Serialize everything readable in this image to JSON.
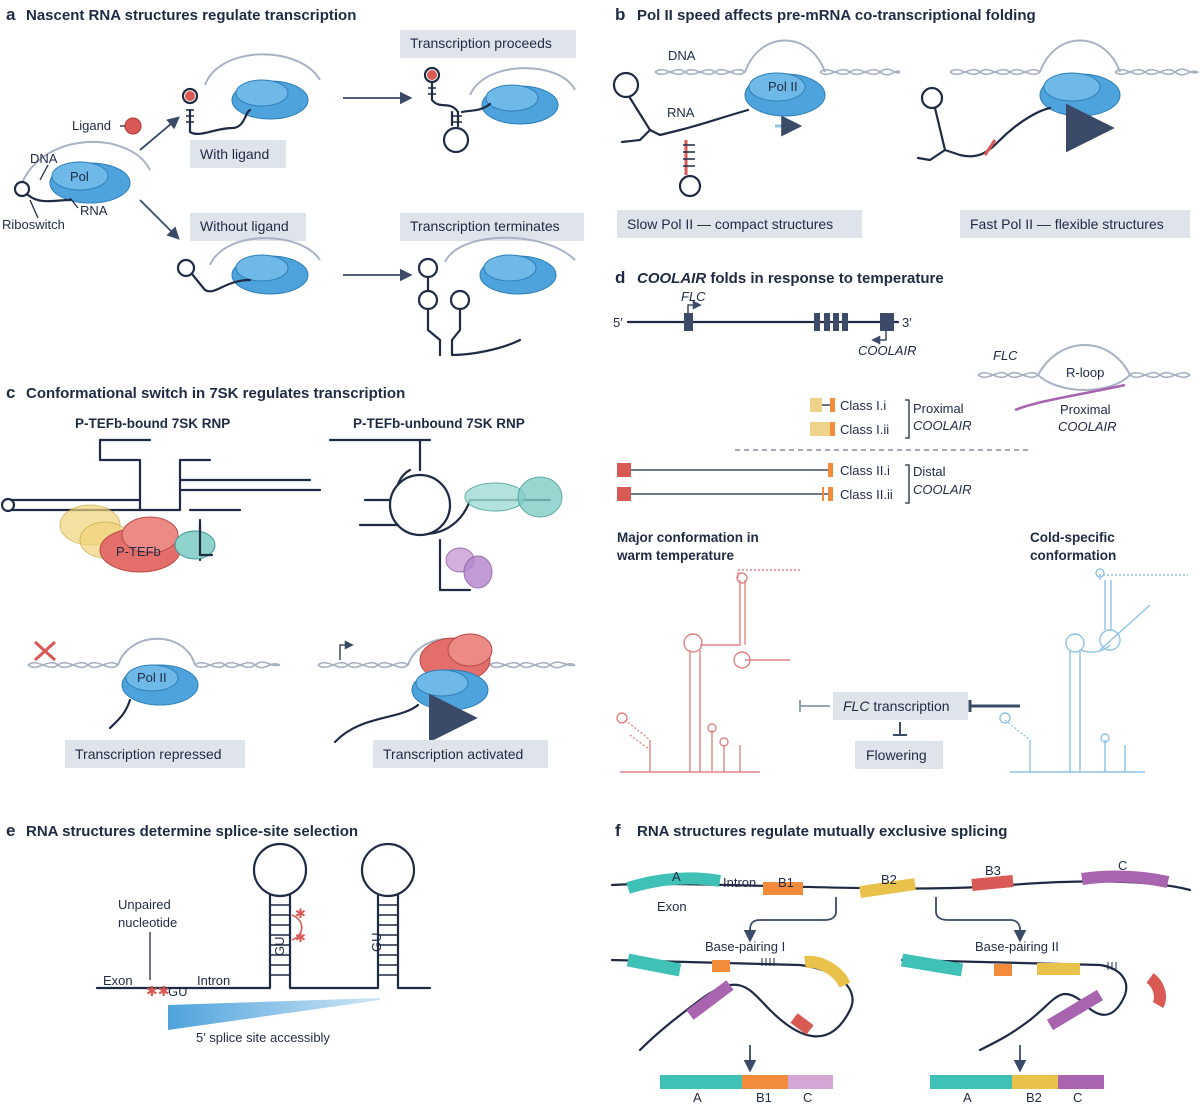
{
  "panels": {
    "a": {
      "letter": "a",
      "title": "Nascent RNA structures regulate transcription",
      "labels": {
        "ligand": "Ligand",
        "dna": "DNA",
        "pol": "Pol",
        "rna": "RNA",
        "riboswitch": "Riboswitch"
      },
      "boxes": {
        "with_ligand": "With ligand",
        "without_ligand": "Without ligand",
        "proceeds": "Transcription proceeds",
        "terminates": "Transcription terminates"
      }
    },
    "b": {
      "letter": "b",
      "title": "Pol II speed affects pre-mRNA co-transcriptional folding",
      "labels": {
        "dna": "DNA",
        "rna": "RNA",
        "pol2": "Pol II"
      },
      "boxes": {
        "slow": "Slow Pol II — compact structures",
        "fast": "Fast Pol II — flexible structures"
      }
    },
    "c": {
      "letter": "c",
      "title": "Conformational switch in 7SK regulates transcription",
      "labels": {
        "bound": "P-TEFb-bound 7SK RNP",
        "unbound": "P-TEFb-unbound 7SK RNP",
        "ptefb": "P-TEFb",
        "pol2": "Pol II"
      },
      "boxes": {
        "repressed": "Transcription repressed",
        "activated": "Transcription activated"
      }
    },
    "d": {
      "letter": "d",
      "title_italic": "COOLAIR",
      "title_rest": " folds in response to temperature",
      "labels": {
        "five": "5′",
        "three": "3′",
        "flc": "FLC",
        "coolair": "COOLAIR",
        "rloop": "R-loop",
        "proximal": "Proximal",
        "proximal_coolair": "COOLAIR",
        "rloop_proximal": "Proximal",
        "rloop_coolair": "COOLAIR",
        "class_1i": "Class I.i",
        "class_1ii": "Class I.ii",
        "class_2i": "Class II.i",
        "class_2ii": "Class II.ii",
        "distal": "Distal",
        "distal_coolair": "COOLAIR",
        "warm_1": "Major conformation in",
        "warm_2": "warm temperature",
        "cold_1": "Cold-specific",
        "cold_2": "conformation"
      },
      "boxes": {
        "flc_italic": "FLC",
        "flc_rest": " transcription",
        "flowering": "Flowering"
      }
    },
    "e": {
      "letter": "e",
      "title": "RNA structures determine splice-site selection",
      "labels": {
        "unpaired_1": "Unpaired",
        "unpaired_2": "nucleotide",
        "exon": "Exon",
        "gu": "GU",
        "intron": "Intron",
        "gu_stem1": "GU",
        "gu_stem2": "GU",
        "accessibility": "5′ splice site accessibly"
      }
    },
    "f": {
      "letter": "f",
      "title": "RNA structures regulate mutually exclusive splicing",
      "labels": {
        "a": "A",
        "exon": "Exon",
        "intron": "Intron",
        "b1": "B1",
        "b2": "B2",
        "b3": "B3",
        "c": "C",
        "bp1": "Base-pairing I",
        "bp2": "Base-pairing II",
        "out1_a": "A",
        "out1_b1": "B1",
        "out1_c": "C",
        "out2_a": "A",
        "out2_b2": "B2",
        "out2_c": "C"
      }
    }
  },
  "colors": {
    "teal": "#3fc1b8",
    "orange": "#f28c3a",
    "yellow": "#e8c24a",
    "red": "#d95a55",
    "purple": "#a964b0",
    "light_purple": "#d3a6d6",
    "pol_blue": "#4fa3dc",
    "warm_red": "#e08585",
    "cold_blue": "#8fc3e6"
  }
}
